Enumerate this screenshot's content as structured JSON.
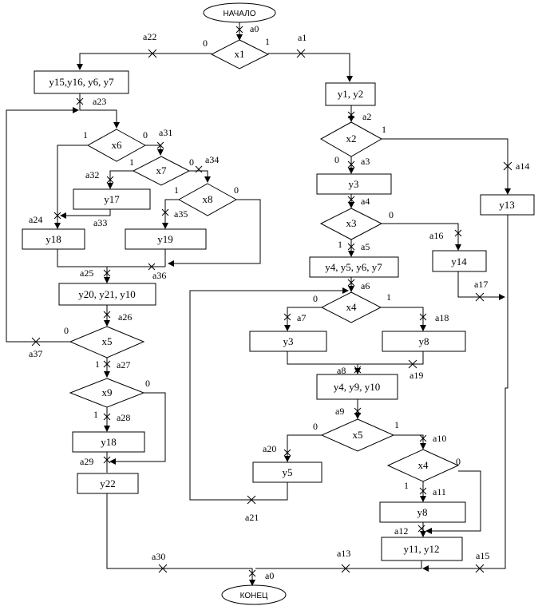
{
  "terminals": {
    "start": "НАЧАЛО",
    "end": "КОНЕЦ"
  },
  "operators": {
    "y15_y16_y6_y7": "y15,y16, y6, y7",
    "y1_y2": "y1, y2",
    "y3_a": "y3",
    "y13": "y13",
    "y17": "y17",
    "y18_a": "y18",
    "y19": "y19",
    "y4_y5_y6_y7": "y4, y5, y6, y7",
    "y14": "y14",
    "y20_y21_y10": "y20, y21, y10",
    "y3_b": "y3",
    "y8_a": "y8",
    "y4_y9_y10": "y4, y9, y10",
    "y18_b": "y18",
    "y22": "y22",
    "y5": "y5",
    "y8_b": "y8",
    "y11_y12": "y11, y12"
  },
  "conditions": {
    "x1": "x1",
    "x2": "x2",
    "x6": "x6",
    "x7": "x7",
    "x8": "x8",
    "x3": "x3",
    "x4_a": "x4",
    "x5_a": "x5",
    "x9": "x9",
    "x5_b": "x5",
    "x4_b": "x4"
  },
  "branch_values": {
    "zero": "0",
    "one": "1"
  },
  "states": {
    "a0": "a0",
    "a1": "a1",
    "a2": "a2",
    "a3": "a3",
    "a4": "a4",
    "a5": "a5",
    "a6": "a6",
    "a7": "a7",
    "a8": "a8",
    "a9": "a9",
    "a10": "a10",
    "a11": "a11",
    "a12": "a12",
    "a13": "a13",
    "a14": "a14",
    "a15": "a15",
    "a16": "a16",
    "a17": "a17",
    "a18": "a18",
    "a19": "a19",
    "a20": "a20",
    "a21": "a21",
    "a22": "a22",
    "a23": "a23",
    "a24": "a24",
    "a25": "a25",
    "a26": "a26",
    "a27": "a27",
    "a28": "a28",
    "a29": "a29",
    "a30": "a30",
    "a31": "a31",
    "a32": "a32",
    "a33": "a33",
    "a34": "a34",
    "a35": "a35",
    "a36": "a36",
    "a37": "a37"
  }
}
